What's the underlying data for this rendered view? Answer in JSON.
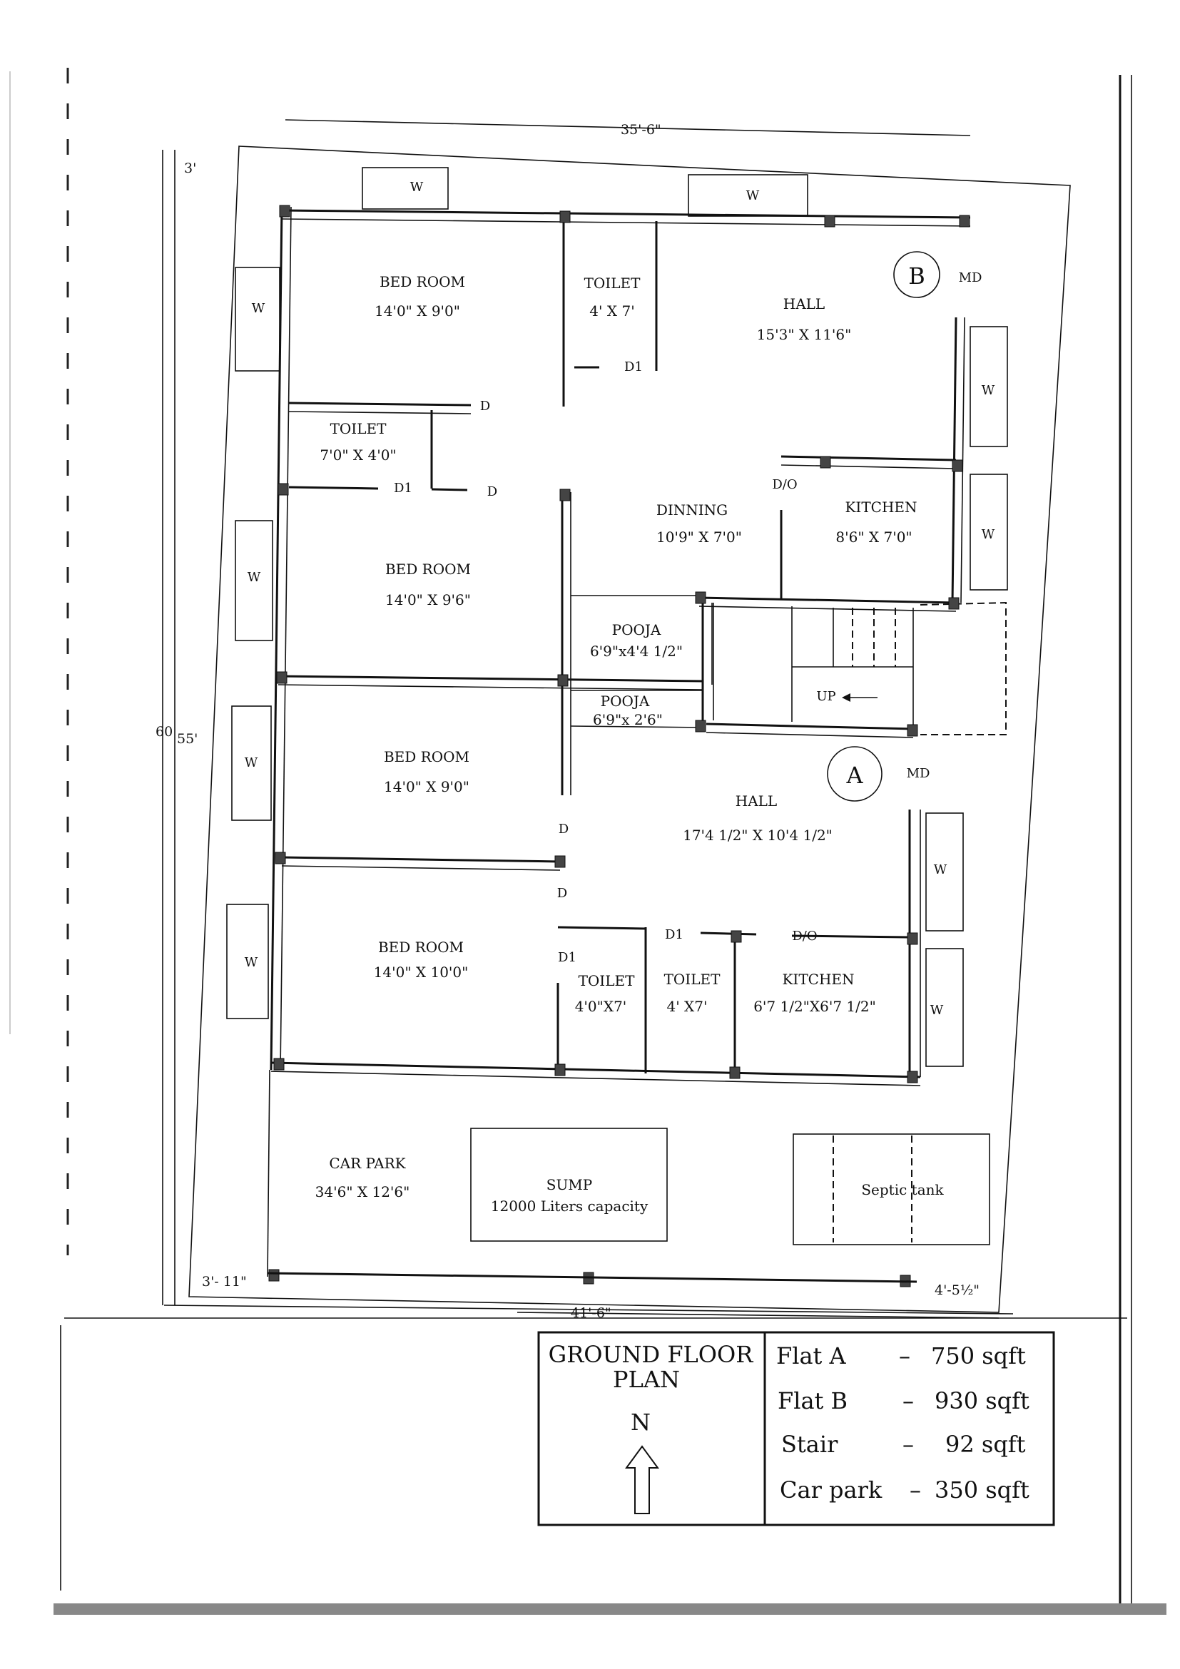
{
  "dimensions": {
    "top_width": "35'-6\"",
    "bottom_width": "41'-6\"",
    "top_margin": "3'",
    "left_depth": "60",
    "inner_depth": "55'",
    "bottom_left": "3'- 11\"",
    "bottom_right": "4'-5½\""
  },
  "flat_markers": {
    "b": "B",
    "a": "A",
    "md": "MD"
  },
  "door_labels": {
    "d": "D",
    "d1": "D1",
    "d_o": "D/O",
    "window": "W",
    "up": "UP"
  },
  "rooms": {
    "bed1": {
      "name": "BED ROOM",
      "size": "14'0\" X 9'0\""
    },
    "toilet_top": {
      "name": "TOILET",
      "size": "4' X 7'"
    },
    "hall_b": {
      "name": "HALL",
      "size": "15'3\" X 11'6\""
    },
    "toilet_left": {
      "name": "TOILET",
      "size": "7'0\" X 4'0\""
    },
    "dinning": {
      "name": "DINNING",
      "size": "10'9\" X 7'0\""
    },
    "kitchen_b": {
      "name": "KITCHEN",
      "size": "8'6\" X 7'0\""
    },
    "bed2": {
      "name": "BED ROOM",
      "size": "14'0\" X 9'6\""
    },
    "pooja1": {
      "name": "POOJA",
      "size": "6'9\"x4'4 1/2\""
    },
    "pooja2": {
      "name": "POOJA",
      "size": "6'9\"x 2'6\""
    },
    "bed3": {
      "name": "BED ROOM",
      "size": "14'0\" X 9'0\""
    },
    "hall_a": {
      "name": "HALL",
      "size": "17'4 1/2\" X 10'4 1/2\""
    },
    "bed4": {
      "name": "BED ROOM",
      "size": "14'0\" X 10'0\""
    },
    "toilet_a1": {
      "name": "TOILET",
      "size": "4'0\"X7'"
    },
    "toilet_a2": {
      "name": "TOILET",
      "size": "4' X7'"
    },
    "kitchen_a": {
      "name": "KITCHEN",
      "size": "6'7 1/2\"X6'7 1/2\""
    },
    "car_park": {
      "name": "CAR PARK",
      "size": "34'6\" X 12'6\""
    },
    "sump": {
      "name": "SUMP",
      "size": "12000 Liters capacity"
    },
    "septic": {
      "name": "Septic tank"
    }
  },
  "legend": {
    "title_line1": "GROUND FLOOR",
    "title_line2": "PLAN",
    "north": "N",
    "areas": [
      {
        "label": "Flat A",
        "value": "750 sqft"
      },
      {
        "label": "Flat B",
        "value": "930 sqft"
      },
      {
        "label": "Stair",
        "value": "92 sqft"
      },
      {
        "label": "Car park",
        "value": "350 sqft"
      }
    ],
    "dash": "–"
  }
}
